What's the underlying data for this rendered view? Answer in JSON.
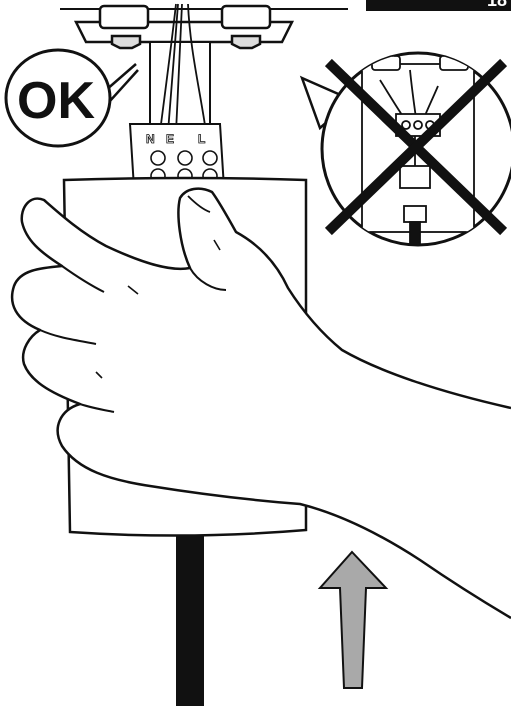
{
  "page": {
    "number": "18"
  },
  "figure": {
    "ok_label": "OK",
    "terminal_letters": [
      "N",
      "E",
      "L"
    ],
    "stroke_color": "#111111",
    "arrow_color": "#a9a9a9",
    "icons": {
      "ok_callout": "ok-badge-icon",
      "wrong_callout": "cross-out-icon",
      "direction": "arrow-up-icon"
    }
  }
}
